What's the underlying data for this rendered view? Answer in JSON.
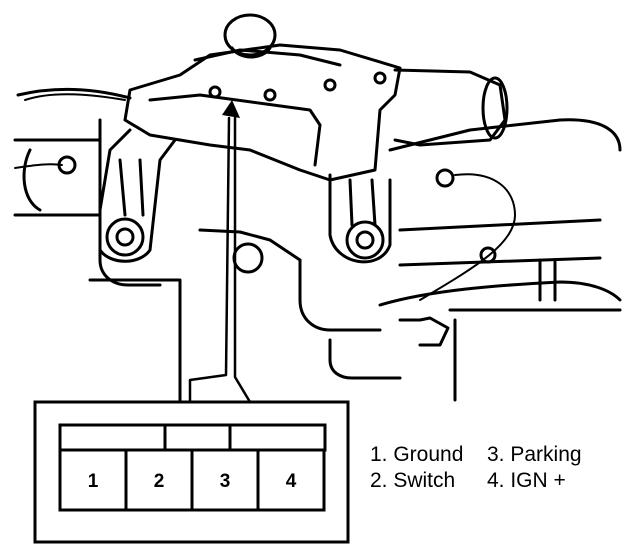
{
  "connector": {
    "pins": [
      {
        "number": "1"
      },
      {
        "number": "2"
      },
      {
        "number": "3"
      },
      {
        "number": "4"
      }
    ]
  },
  "legend": [
    {
      "text": "1. Ground"
    },
    {
      "text": "3. Parking"
    },
    {
      "text": "2. Switch"
    },
    {
      "text": "4. IGN +"
    }
  ]
}
